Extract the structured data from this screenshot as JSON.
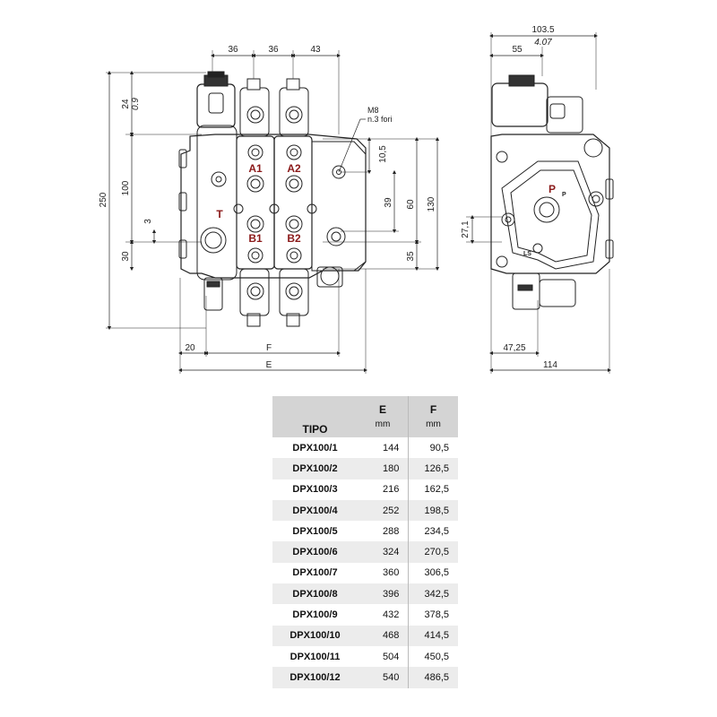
{
  "front_view": {
    "top_dims": [
      "36",
      "36",
      "43"
    ],
    "left_dims": [
      "250",
      "24",
      "0.9",
      "100",
      "3",
      "30"
    ],
    "right_dims": [
      "10,5",
      "39",
      "60",
      "130",
      "35"
    ],
    "bottom_dims": [
      "20",
      "F",
      "E"
    ],
    "thread_note_line1": "M8",
    "thread_note_line2": "n.3 fori",
    "ports": [
      "A1",
      "A2",
      "T",
      "B1",
      "B2"
    ]
  },
  "side_view": {
    "top_dim": "103.5",
    "top_dim_inch": "4.07",
    "top_dim2": "55",
    "left_dim": "27,1",
    "bottom_dim1": "47,25",
    "bottom_dim2": "114",
    "port": "P",
    "small_labels": [
      "P",
      "LS"
    ]
  },
  "table": {
    "header_type": "TIPO",
    "header_e": "E",
    "header_f": "F",
    "unit_e": "mm",
    "unit_f": "mm",
    "rows": [
      {
        "type": "DPX100/1",
        "e": "144",
        "f": "90,5"
      },
      {
        "type": "DPX100/2",
        "e": "180",
        "f": "126,5"
      },
      {
        "type": "DPX100/3",
        "e": "216",
        "f": "162,5"
      },
      {
        "type": "DPX100/4",
        "e": "252",
        "f": "198,5"
      },
      {
        "type": "DPX100/5",
        "e": "288",
        "f": "234,5"
      },
      {
        "type": "DPX100/6",
        "e": "324",
        "f": "270,5"
      },
      {
        "type": "DPX100/7",
        "e": "360",
        "f": "306,5"
      },
      {
        "type": "DPX100/8",
        "e": "396",
        "f": "342,5"
      },
      {
        "type": "DPX100/9",
        "e": "432",
        "f": "378,5"
      },
      {
        "type": "DPX100/10",
        "e": "468",
        "f": "414,5"
      },
      {
        "type": "DPX100/11",
        "e": "504",
        "f": "450,5"
      },
      {
        "type": "DPX100/12",
        "e": "540",
        "f": "486,5"
      }
    ]
  },
  "colors": {
    "port_label": "#8b1a1a",
    "line": "#222222",
    "table_header": "#d4d4d4"
  }
}
